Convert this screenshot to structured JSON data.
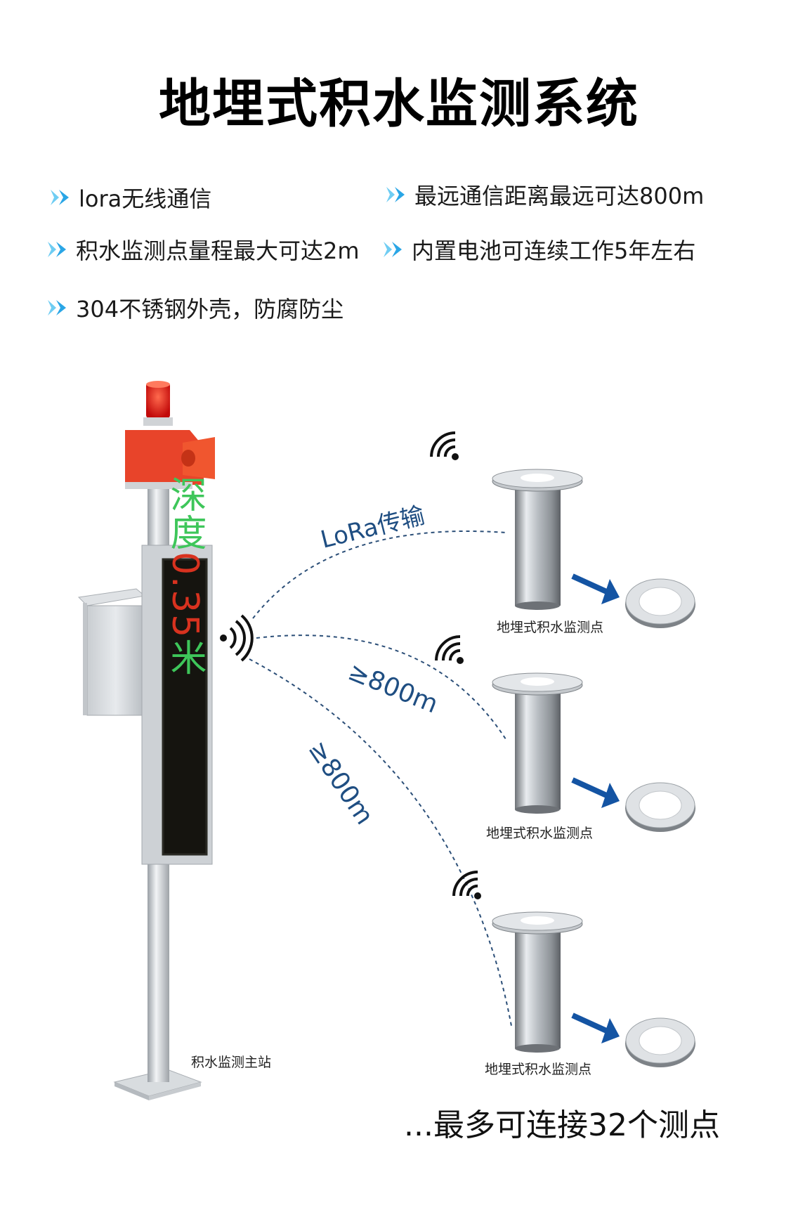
{
  "title": "地埋式积水监测系统",
  "features": [
    "lora无线通信",
    "最远通信距离最远可达800m",
    "积水监测点量程最大可达2m",
    "内置电池可连续工作5年左右",
    "304不锈钢外壳，防腐防尘"
  ],
  "diagram": {
    "lora_label": "LoRa传输",
    "distance_label_1": "≥800m",
    "distance_label_2": "≥800m",
    "display_text": "深度0.35米",
    "station_caption": "积水监测主站",
    "sensor_caption": "地埋式积水监测点",
    "footer": "...最多可连接32个测点"
  },
  "colors": {
    "bullet": "#2aa6e6",
    "dashed_link": "#2c4f78",
    "label_blue": "#1f4e82",
    "arrow": "#1454a3",
    "alarm": "#e8442a"
  },
  "icons": [
    "double-chevron-icon",
    "wifi-signal-icon",
    "down-right-arrow-icon"
  ]
}
